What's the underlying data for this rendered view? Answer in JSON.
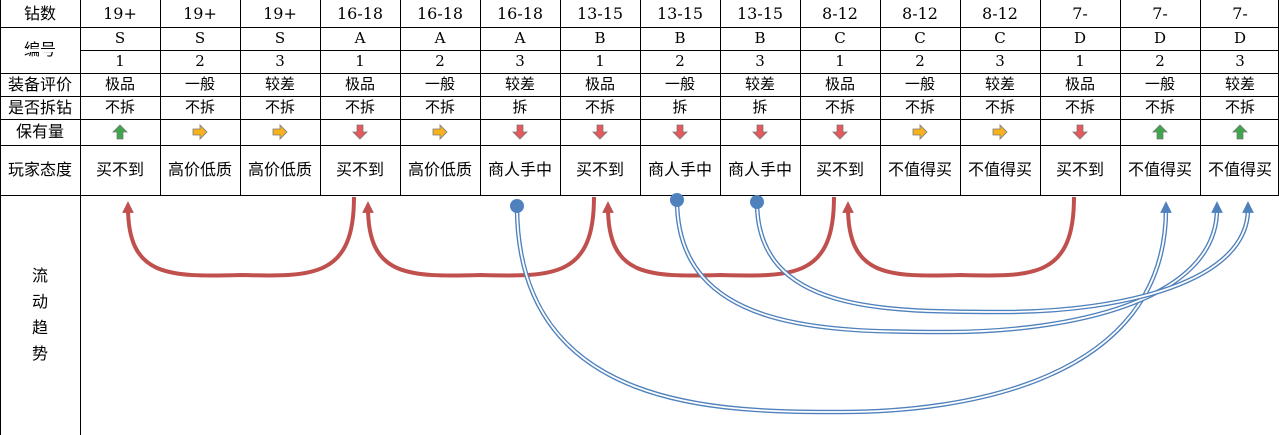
{
  "row_labels": {
    "diamonds": "钻数",
    "code": "编号",
    "rating": "装备评价",
    "remove": "是否拆钻",
    "holding": "保有量",
    "attitude": "玩家态度",
    "flow": "流动趋势"
  },
  "columns": [
    {
      "diamonds": "19+",
      "code": "S",
      "rank": "1",
      "rating": "极品",
      "remove": "不拆",
      "holding": "up",
      "attitude": "买不到"
    },
    {
      "diamonds": "19+",
      "code": "S",
      "rank": "2",
      "rating": "一般",
      "remove": "不拆",
      "holding": "right",
      "attitude": "高价低质"
    },
    {
      "diamonds": "19+",
      "code": "S",
      "rank": "3",
      "rating": "较差",
      "remove": "不拆",
      "holding": "right",
      "attitude": "高价低质"
    },
    {
      "diamonds": "16-18",
      "code": "A",
      "rank": "1",
      "rating": "极品",
      "remove": "不拆",
      "holding": "down",
      "attitude": "买不到"
    },
    {
      "diamonds": "16-18",
      "code": "A",
      "rank": "2",
      "rating": "一般",
      "remove": "不拆",
      "holding": "right",
      "attitude": "高价低质"
    },
    {
      "diamonds": "16-18",
      "code": "A",
      "rank": "3",
      "rating": "较差",
      "remove": "拆",
      "holding": "down",
      "attitude": "商人手中"
    },
    {
      "diamonds": "13-15",
      "code": "B",
      "rank": "1",
      "rating": "极品",
      "remove": "不拆",
      "holding": "down",
      "attitude": "买不到"
    },
    {
      "diamonds": "13-15",
      "code": "B",
      "rank": "2",
      "rating": "一般",
      "remove": "拆",
      "holding": "down",
      "attitude": "商人手中"
    },
    {
      "diamonds": "13-15",
      "code": "B",
      "rank": "3",
      "rating": "较差",
      "remove": "拆",
      "holding": "down",
      "attitude": "商人手中"
    },
    {
      "diamonds": "8-12",
      "code": "C",
      "rank": "1",
      "rating": "极品",
      "remove": "不拆",
      "holding": "down",
      "attitude": "买不到"
    },
    {
      "diamonds": "8-12",
      "code": "C",
      "rank": "2",
      "rating": "一般",
      "remove": "不拆",
      "holding": "right",
      "attitude": "不值得买"
    },
    {
      "diamonds": "8-12",
      "code": "C",
      "rank": "3",
      "rating": "较差",
      "remove": "不拆",
      "holding": "right",
      "attitude": "不值得买"
    },
    {
      "diamonds": "7-",
      "code": "D",
      "rank": "1",
      "rating": "极品",
      "remove": "不拆",
      "holding": "down",
      "attitude": "买不到"
    },
    {
      "diamonds": "7-",
      "code": "D",
      "rank": "2",
      "rating": "一般",
      "remove": "不拆",
      "holding": "up",
      "attitude": "不值得买"
    },
    {
      "diamonds": "7-",
      "code": "D",
      "rank": "3",
      "rating": "较差",
      "remove": "不拆",
      "holding": "up",
      "attitude": "不值得买"
    }
  ],
  "arrow_colors": {
    "up": "#3da54a",
    "right": "#f5b21c",
    "down": "#e5595c"
  },
  "flows": {
    "red": [
      {
        "from_col": 3,
        "to_col": 0
      },
      {
        "from_col": 6,
        "to_col": 3
      },
      {
        "from_col": 9,
        "to_col": 6
      },
      {
        "from_col": 12,
        "to_col": 9
      }
    ],
    "blue": [
      {
        "from_col": 5,
        "to_col": 13
      },
      {
        "from_col": 7,
        "to_col": 14
      },
      {
        "from_col": 8,
        "to_col": 14
      }
    ],
    "red_color": "#c0504d",
    "blue_color": "#4f81bd"
  }
}
